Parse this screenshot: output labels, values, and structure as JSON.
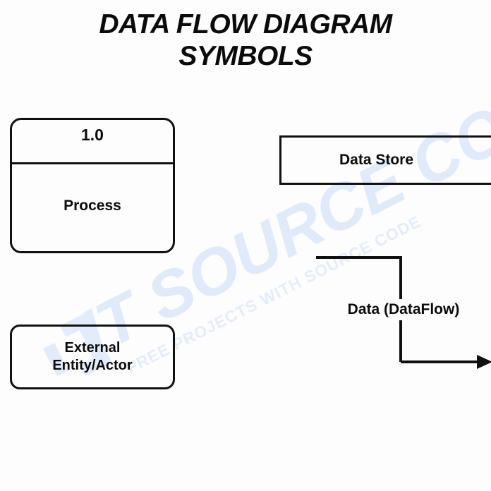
{
  "page": {
    "background_color": "#fdfdfd",
    "stroke_color": "#111111",
    "text_color": "#0b0b0b",
    "watermark_color": "#dfeafa"
  },
  "title": {
    "line1": "DATA FLOW DIAGRAM",
    "line2": "SYMBOLS"
  },
  "symbols": {
    "process": {
      "id": "1.0",
      "label": "Process"
    },
    "external_entity": {
      "label": "External\nEntity/Actor"
    },
    "data_store": {
      "label": "Data Store"
    },
    "data_flow": {
      "label": "Data (DataFlow)"
    }
  },
  "watermark": {
    "brand": "IT SOURCE CODE",
    "tagline": "FREE PROJECTS WITH SOURCE CODE"
  }
}
